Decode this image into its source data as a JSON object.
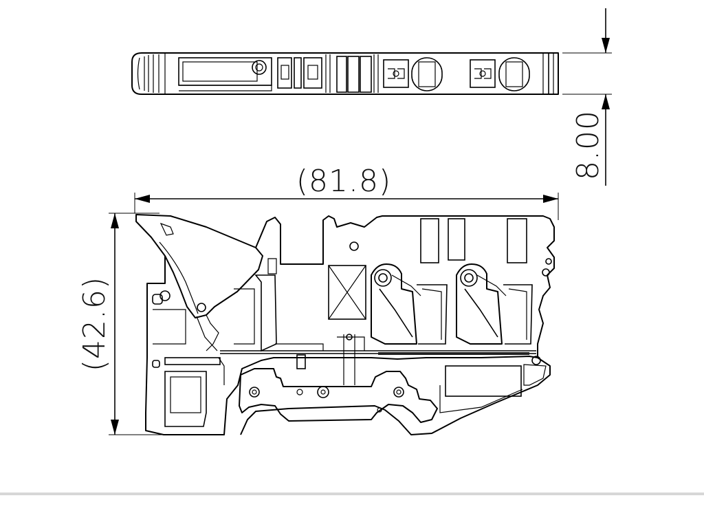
{
  "dimensions": {
    "width_label": "(81.8)",
    "height_label": "(42.6)",
    "thickness_label": "8.00"
  },
  "colors": {
    "line": "#000000",
    "background": "#ffffff",
    "footer_rule": "#d7d7d7"
  }
}
